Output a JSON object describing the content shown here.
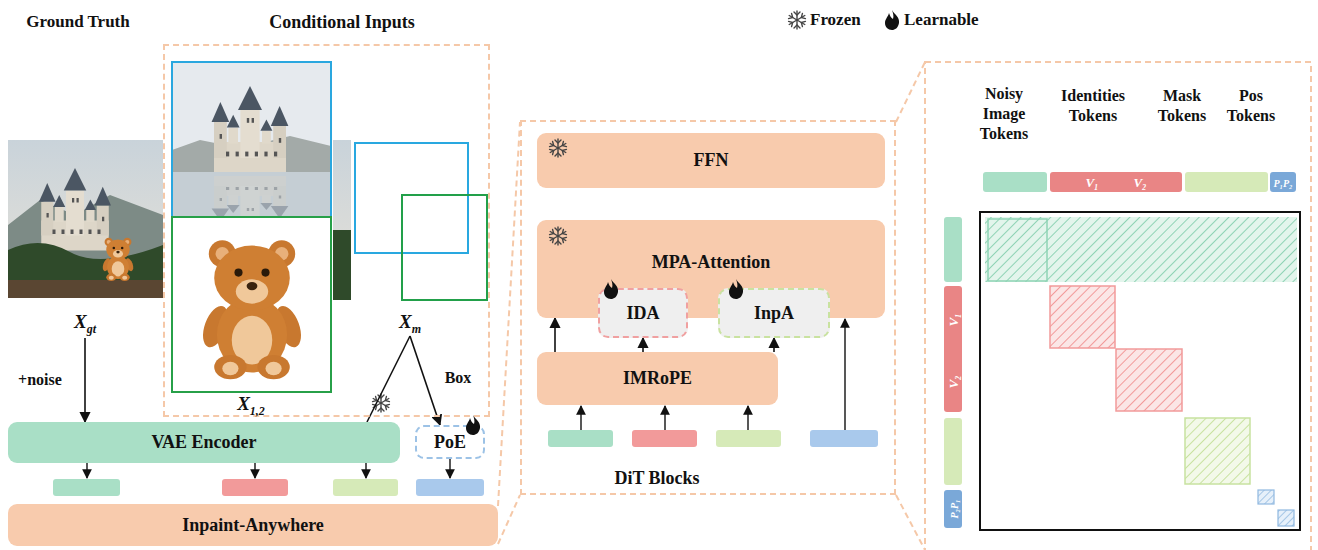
{
  "diagram": {
    "nodes": [
      {
        "text": [
          "X",
          "gt"
        ]
      },
      {
        "text": [
          "Conditional Inputs"
        ]
      },
      {
        "text": [
          "X",
          "1,2"
        ],
        "in": 1
      },
      {
        "text": [
          "X",
          "m"
        ],
        "in": 1
      },
      {
        "text": [
          "VAE Encoder"
        ]
      },
      {
        "text": [
          "PoE"
        ]
      },
      {
        "text": [
          "Inpaint-Anywhere"
        ]
      },
      {
        "text": [
          "DiT Blocks"
        ]
      },
      {
        "text": [
          "FFN"
        ],
        "in": 7
      },
      {
        "text": [
          "MPA-Attention"
        ],
        "in": 7
      },
      {
        "text": [
          "IDA"
        ],
        "in": 9
      },
      {
        "text": [
          "InpA"
        ],
        "in": 9
      },
      {
        "text": [
          "IMRoPE"
        ],
        "in": 7
      }
    ],
    "edges": [
      {
        "from": 0,
        "to": 4,
        "arrow": "to",
        "label": "+noise"
      },
      {
        "from": 3,
        "to": 4,
        "arrow": "none"
      },
      {
        "from": 3,
        "to": 5,
        "arrow": "to",
        "label": "Box"
      },
      {
        "from": 12,
        "to": 9,
        "arrow": "to"
      },
      {
        "from": 12,
        "to": 10,
        "arrow": "to"
      },
      {
        "from": 12,
        "to": 11,
        "arrow": "to"
      }
    ],
    "labels": [
      "Ground Truth",
      "Noisy Image Tokens",
      "Identities Tokens",
      "Mask Tokens",
      "Pos Tokens",
      "V₁",
      "V₂",
      "P₁P₂",
      "V₁",
      "V₂",
      "P₂P₁"
    ],
    "legend": [
      {
        "text": "Frozen"
      },
      {
        "text": "Learnable"
      }
    ]
  }
}
